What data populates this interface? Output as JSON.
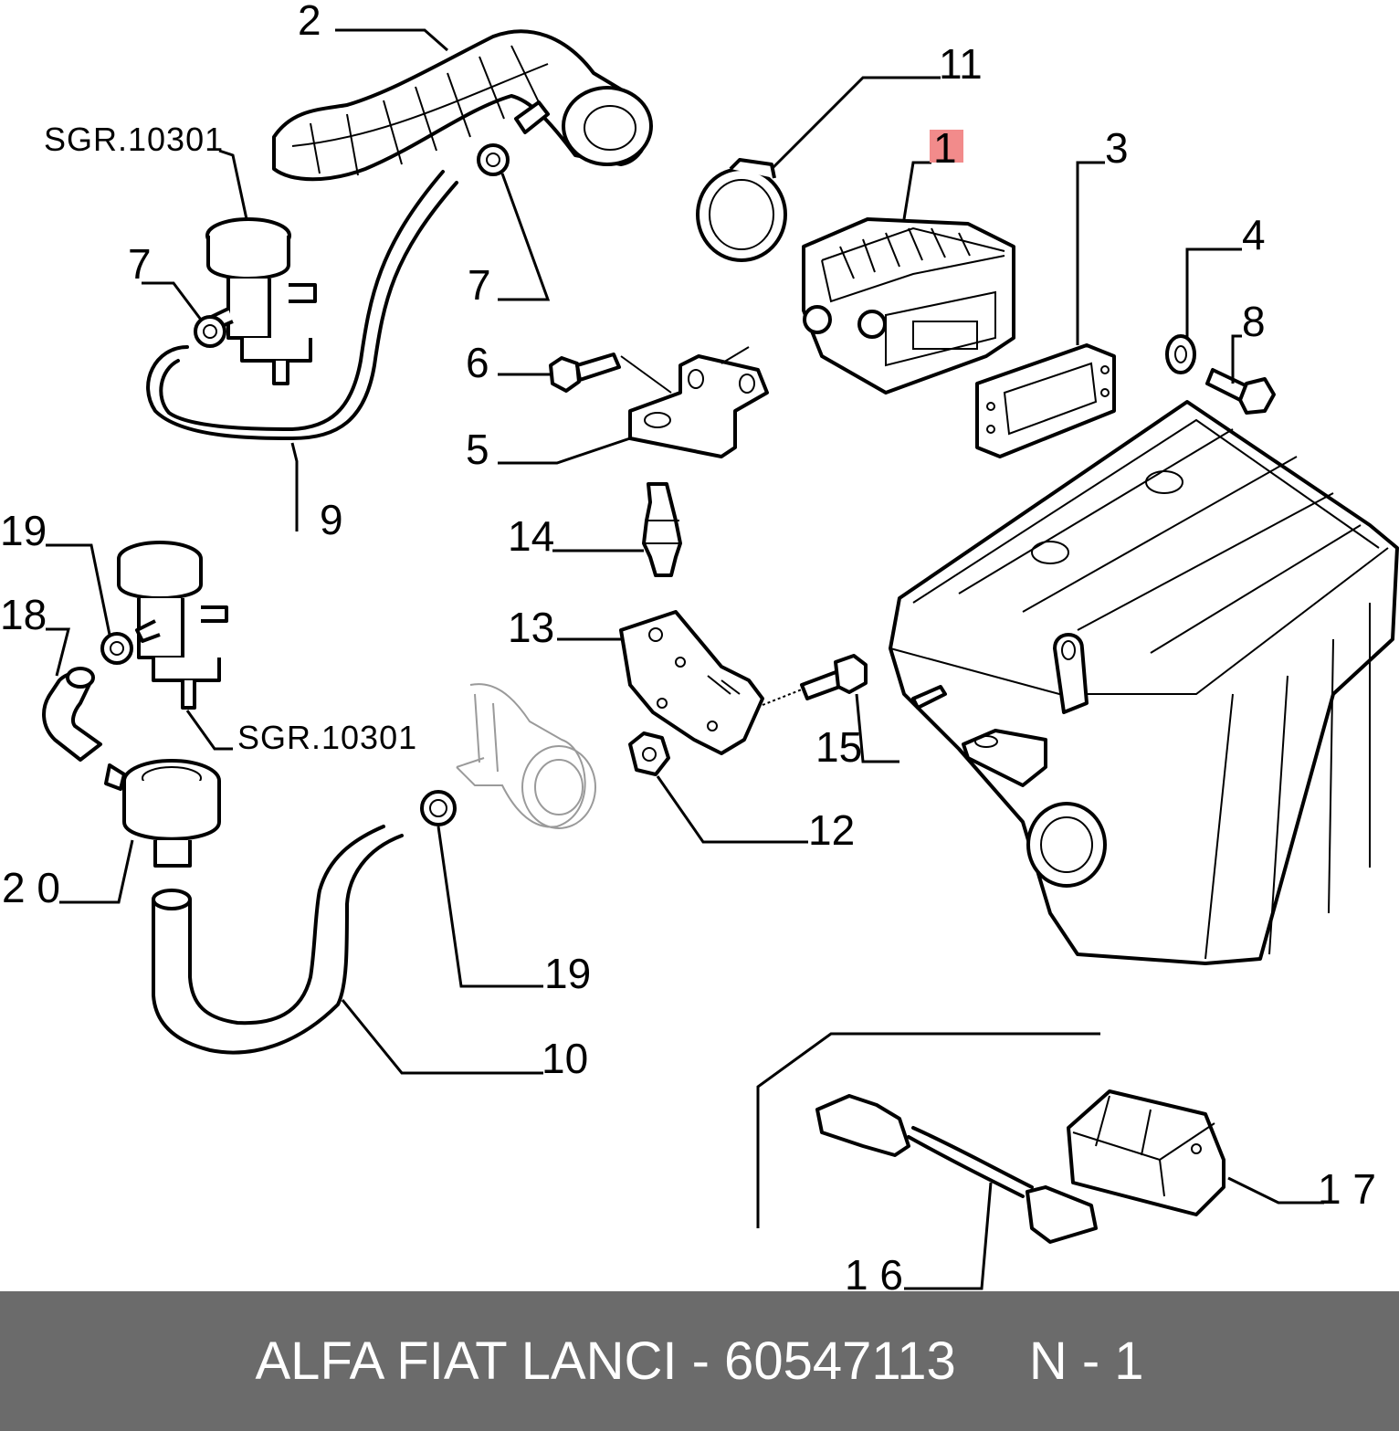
{
  "callouts": {
    "c1": "1",
    "c2": "2",
    "c3": "3",
    "c4": "4",
    "c5": "5",
    "c6": "6",
    "c7a": "7",
    "c7b": "7",
    "c8": "8",
    "c9": "9",
    "c10": "10",
    "c11": "11",
    "c12": "12",
    "c13": "13",
    "c14": "14",
    "c15": "15",
    "c16": "1 6",
    "c17": "1 7",
    "c18": "18",
    "c19a": "19",
    "c19b": "19",
    "c20": "2 0"
  },
  "references": {
    "sgr_top": "SGR.10301",
    "sgr_bottom": "SGR.10301"
  },
  "highlight_color": "#f28b8b",
  "footer": {
    "part_text": "ALFA FIAT LANCI - 60547113",
    "page_text": "N - 1",
    "background": "#6b6b6b",
    "text_color": "#ffffff"
  }
}
